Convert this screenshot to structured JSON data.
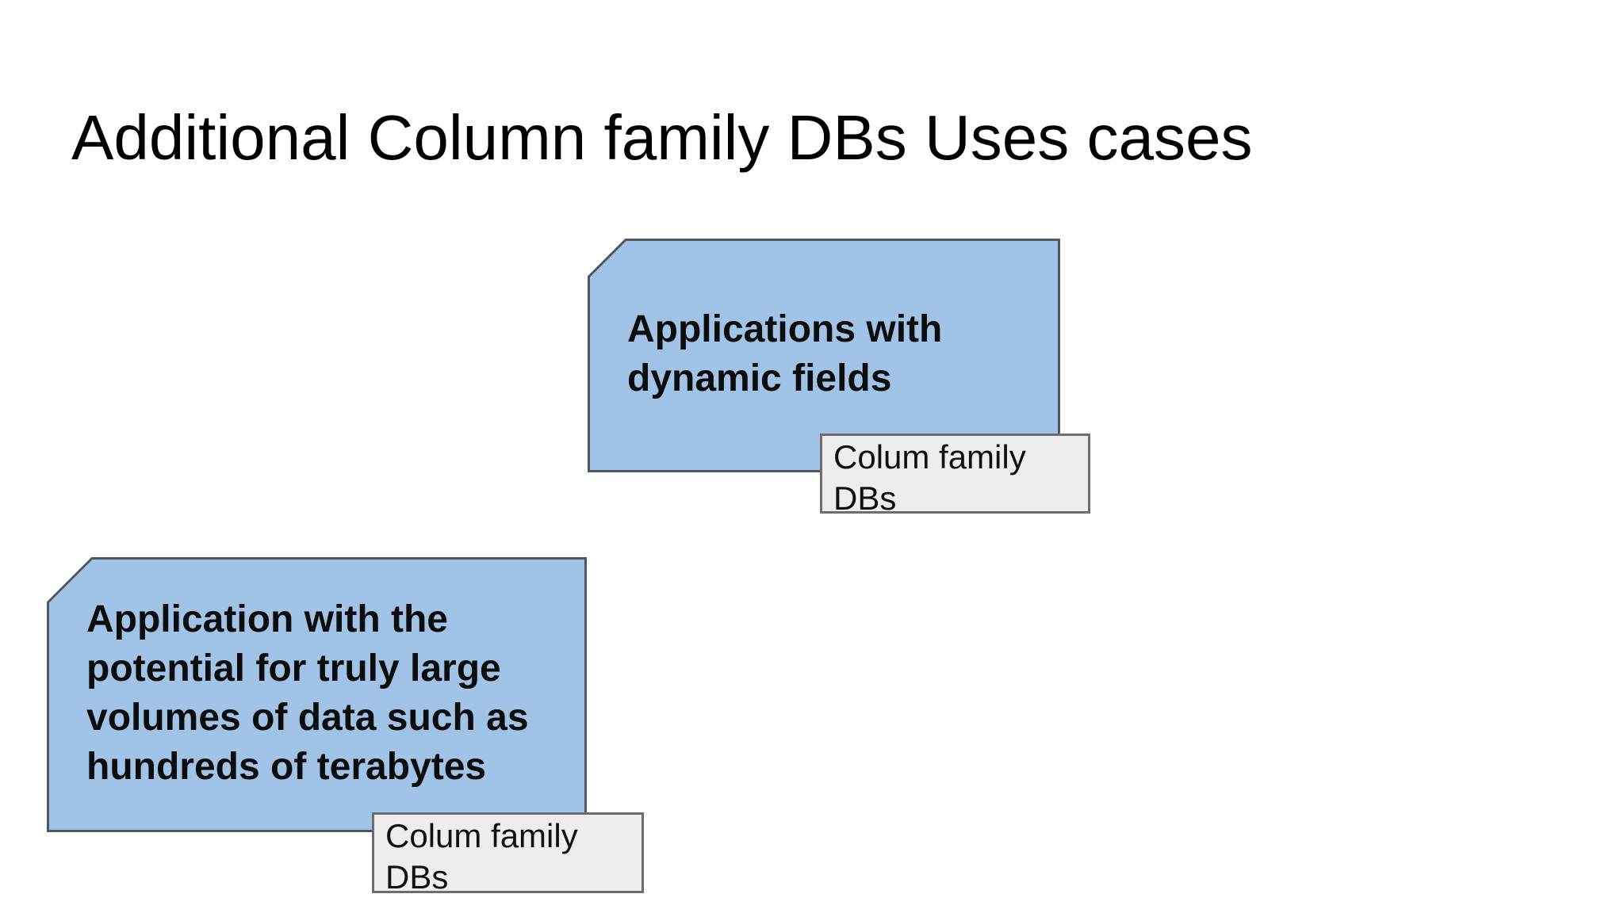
{
  "slide": {
    "title": "Additional Column family DBs Uses cases",
    "background_color": "#ffffff"
  },
  "colors": {
    "card_fill": "#a2c3e8",
    "card_border": "#51585f",
    "label_fill": "#ededed",
    "label_border": "#6d6d6d",
    "title_text": "#000000",
    "card_text": "#0d0d0d"
  },
  "cards": [
    {
      "text": "Applications with dynamic fields",
      "lines": [
        "Applications with",
        "dynamic fields"
      ],
      "label": {
        "text": "Colum family DBs",
        "lines": [
          "Colum family",
          "DBs"
        ]
      }
    },
    {
      "text": "Application with the potential for truly large volumes of data such as hundreds of terabytes",
      "lines": [
        "Application with the",
        "potential for truly large",
        "volumes of data such as",
        "hundreds of terabytes"
      ],
      "label": {
        "text": "Colum family DBs",
        "lines": [
          "Colum family",
          "DBs"
        ]
      }
    }
  ]
}
